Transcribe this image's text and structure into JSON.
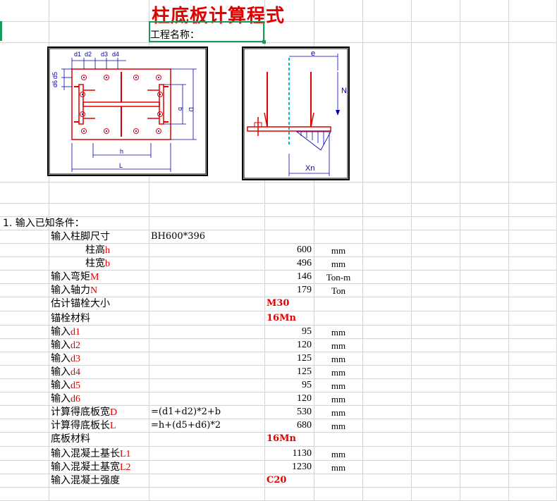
{
  "title": "柱底板计算程式",
  "project_label": "工程名称：",
  "figure1": {
    "labels": {
      "d1": "d1",
      "d2": "d2",
      "d3": "d3",
      "d4": "d4",
      "d5": "d5",
      "d6": "d6",
      "b": "b",
      "D": "D",
      "h": "h",
      "L": "L"
    }
  },
  "figure2": {
    "labels": {
      "e": "e",
      "N": "N",
      "Xn": "Xn"
    }
  },
  "section": "1. 输入已知条件：",
  "rows": [
    {
      "prefix": "输入柱脚尺寸",
      "var": "",
      "formula": "BH600*396",
      "value": "",
      "value_red": "",
      "unit": ""
    },
    {
      "prefix": "柱高",
      "var": "h",
      "formula": "",
      "value": "600",
      "value_red": "",
      "unit": "mm"
    },
    {
      "prefix": "柱宽",
      "var": "b",
      "formula": "",
      "value": "496",
      "value_red": "",
      "unit": "mm"
    },
    {
      "prefix": "输入弯矩",
      "var": "M",
      "formula": "",
      "value": "146",
      "value_red": "",
      "unit": "Ton-m"
    },
    {
      "prefix": "输入轴力",
      "var": "N",
      "formula": "",
      "value": "179",
      "value_red": "",
      "unit": "Ton"
    },
    {
      "prefix": "估计锚栓大小",
      "var": "",
      "formula": "",
      "value": "",
      "value_red": "M30",
      "unit": ""
    },
    {
      "prefix": "锚栓材料",
      "var": "",
      "formula": "",
      "value": "",
      "value_red": "16Mn",
      "unit": ""
    },
    {
      "prefix": "输入",
      "var": "d1",
      "formula": "",
      "value": "95",
      "value_red": "",
      "unit": "mm"
    },
    {
      "prefix": "输入",
      "var": "d2",
      "formula": "",
      "value": "120",
      "value_red": "",
      "unit": "mm"
    },
    {
      "prefix": "输入",
      "var": "d3",
      "formula": "",
      "value": "125",
      "value_red": "",
      "unit": "mm"
    },
    {
      "prefix": "输入",
      "var": "d4",
      "formula": "",
      "value": "125",
      "value_red": "",
      "unit": "mm"
    },
    {
      "prefix": "输入",
      "var": "d5",
      "formula": "",
      "value": "95",
      "value_red": "",
      "unit": "mm"
    },
    {
      "prefix": "输入",
      "var": "d6",
      "formula": "",
      "value": "120",
      "value_red": "",
      "unit": "mm"
    },
    {
      "prefix": "计算得底板宽",
      "var": "D",
      "formula": "=(d1+d2)*2+b",
      "value": "530",
      "value_red": "",
      "unit": "mm"
    },
    {
      "prefix": "计算得底板长",
      "var": "L",
      "formula": "=h+(d5+d6)*2",
      "value": "680",
      "value_red": "",
      "unit": "mm"
    },
    {
      "prefix": "底板材料",
      "var": "",
      "formula": "",
      "value": "",
      "value_red": "16Mn",
      "unit": ""
    },
    {
      "prefix": "输入混凝土基长",
      "var": "L1",
      "formula": "",
      "value": "1130",
      "value_red": "",
      "unit": "mm"
    },
    {
      "prefix": "输入混凝土基宽",
      "var": "L2",
      "formula": "",
      "value": "1230",
      "value_red": "",
      "unit": "mm"
    },
    {
      "prefix": "输入混凝土强度",
      "var": "",
      "formula": "",
      "value": "",
      "value_red": "C20",
      "unit": ""
    }
  ]
}
